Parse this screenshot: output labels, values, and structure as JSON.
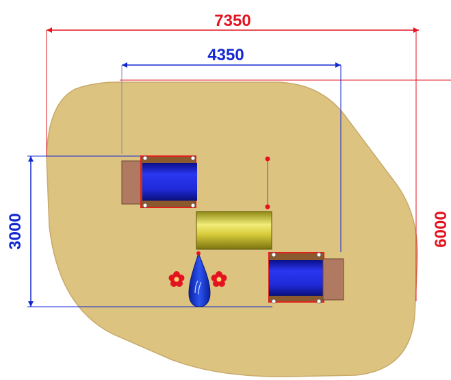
{
  "dimensions": {
    "overall_width": "7350",
    "inner_width": "4350",
    "overall_height": "6000",
    "inner_height": "3000"
  },
  "colors": {
    "surface": "#dcc37f",
    "surface_outline": "#c9a86a",
    "outer_dimension": "#e3141f",
    "inner_dimension": "#1428d2",
    "tunnel_blue": "#1f2ad8",
    "tunnel_frame": "#8a5a2e",
    "tunnel_frame_edge": "#e0201c",
    "step_brown": "#b07a62",
    "center_tube": "#c9bf2e",
    "flower": "#e3141f",
    "water_drop": "#1535d6"
  },
  "icons": {
    "flower": "flower-icon",
    "drop": "water-drop-icon"
  }
}
